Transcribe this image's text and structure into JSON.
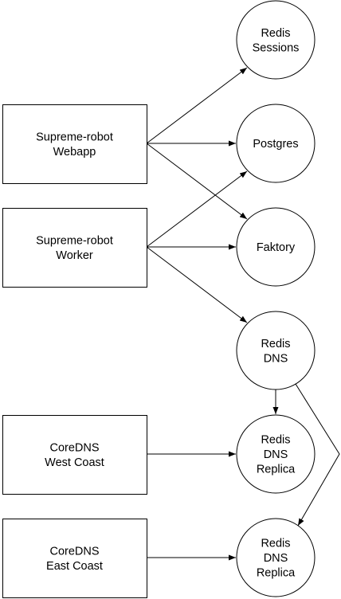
{
  "boxes": [
    {
      "id": "webapp",
      "lines": [
        "Supreme-robot",
        "Webapp"
      ]
    },
    {
      "id": "worker",
      "lines": [
        "Supreme-robot",
        "Worker"
      ]
    },
    {
      "id": "coredns-west",
      "lines": [
        "CoreDNS",
        "West Coast"
      ]
    },
    {
      "id": "coredns-east",
      "lines": [
        "CoreDNS",
        "East Coast"
      ]
    }
  ],
  "nodes": [
    {
      "id": "redis-sessions",
      "lines": [
        "Redis",
        "Sessions"
      ]
    },
    {
      "id": "postgres",
      "lines": [
        "Postgres"
      ]
    },
    {
      "id": "faktory",
      "lines": [
        "Faktory"
      ]
    },
    {
      "id": "redis-dns",
      "lines": [
        "Redis",
        "DNS"
      ]
    },
    {
      "id": "redis-dns-replica-west",
      "lines": [
        "Redis",
        "DNS",
        "Replica"
      ]
    },
    {
      "id": "redis-dns-replica-east",
      "lines": [
        "Redis",
        "DNS",
        "Replica"
      ]
    }
  ],
  "edges": [
    {
      "from": "webapp",
      "to": "redis-sessions"
    },
    {
      "from": "webapp",
      "to": "postgres"
    },
    {
      "from": "webapp",
      "to": "faktory"
    },
    {
      "from": "worker",
      "to": "postgres"
    },
    {
      "from": "worker",
      "to": "faktory"
    },
    {
      "from": "worker",
      "to": "redis-dns"
    },
    {
      "from": "redis-dns",
      "to": "redis-dns-replica-west"
    },
    {
      "from": "redis-dns",
      "to": "redis-dns-replica-east"
    },
    {
      "from": "coredns-west",
      "to": "redis-dns-replica-west"
    },
    {
      "from": "coredns-east",
      "to": "redis-dns-replica-east"
    }
  ]
}
